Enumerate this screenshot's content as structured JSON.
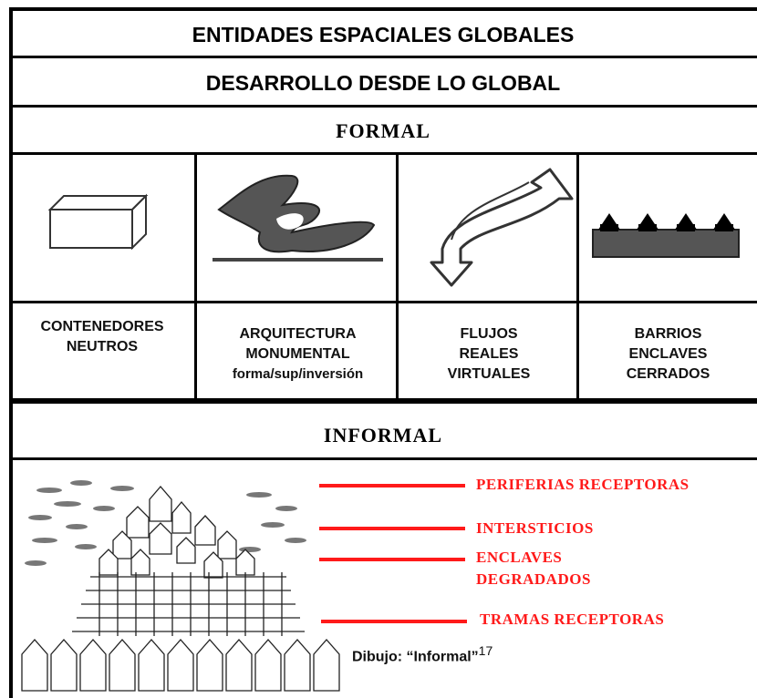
{
  "header": {
    "title": "ENTIDADES ESPACIALES GLOBALES",
    "subtitle": "DESARROLLO DESDE LO GLOBAL",
    "formal": "FORMAL"
  },
  "formal_items": [
    {
      "line1": "CONTENEDORES",
      "line2": "NEUTROS",
      "line3": "",
      "icon": "box-icon"
    },
    {
      "line1": "ARQUITECTURA",
      "line2": "MONUMENTAL",
      "line3": "forma/sup/inversión",
      "icon": "monument-icon"
    },
    {
      "line1": "FLUJOS",
      "line2": "REALES",
      "line3": "VIRTUALES",
      "icon": "flow-arrow-icon"
    },
    {
      "line1": "BARRIOS",
      "line2": "ENCLAVES",
      "line3": "CERRADOS",
      "icon": "gated-houses-icon"
    }
  ],
  "informal": {
    "title": "INFORMAL",
    "labels": [
      "PERIFERIAS RECEPTORAS",
      "INTERSTICIOS",
      "ENCLAVES",
      "DEGRADADOS",
      "TRAMAS RECEPTORAS"
    ],
    "caption": "Dibujo: “Informal”",
    "footnote": "17",
    "label_color": "#ff1a1a"
  }
}
